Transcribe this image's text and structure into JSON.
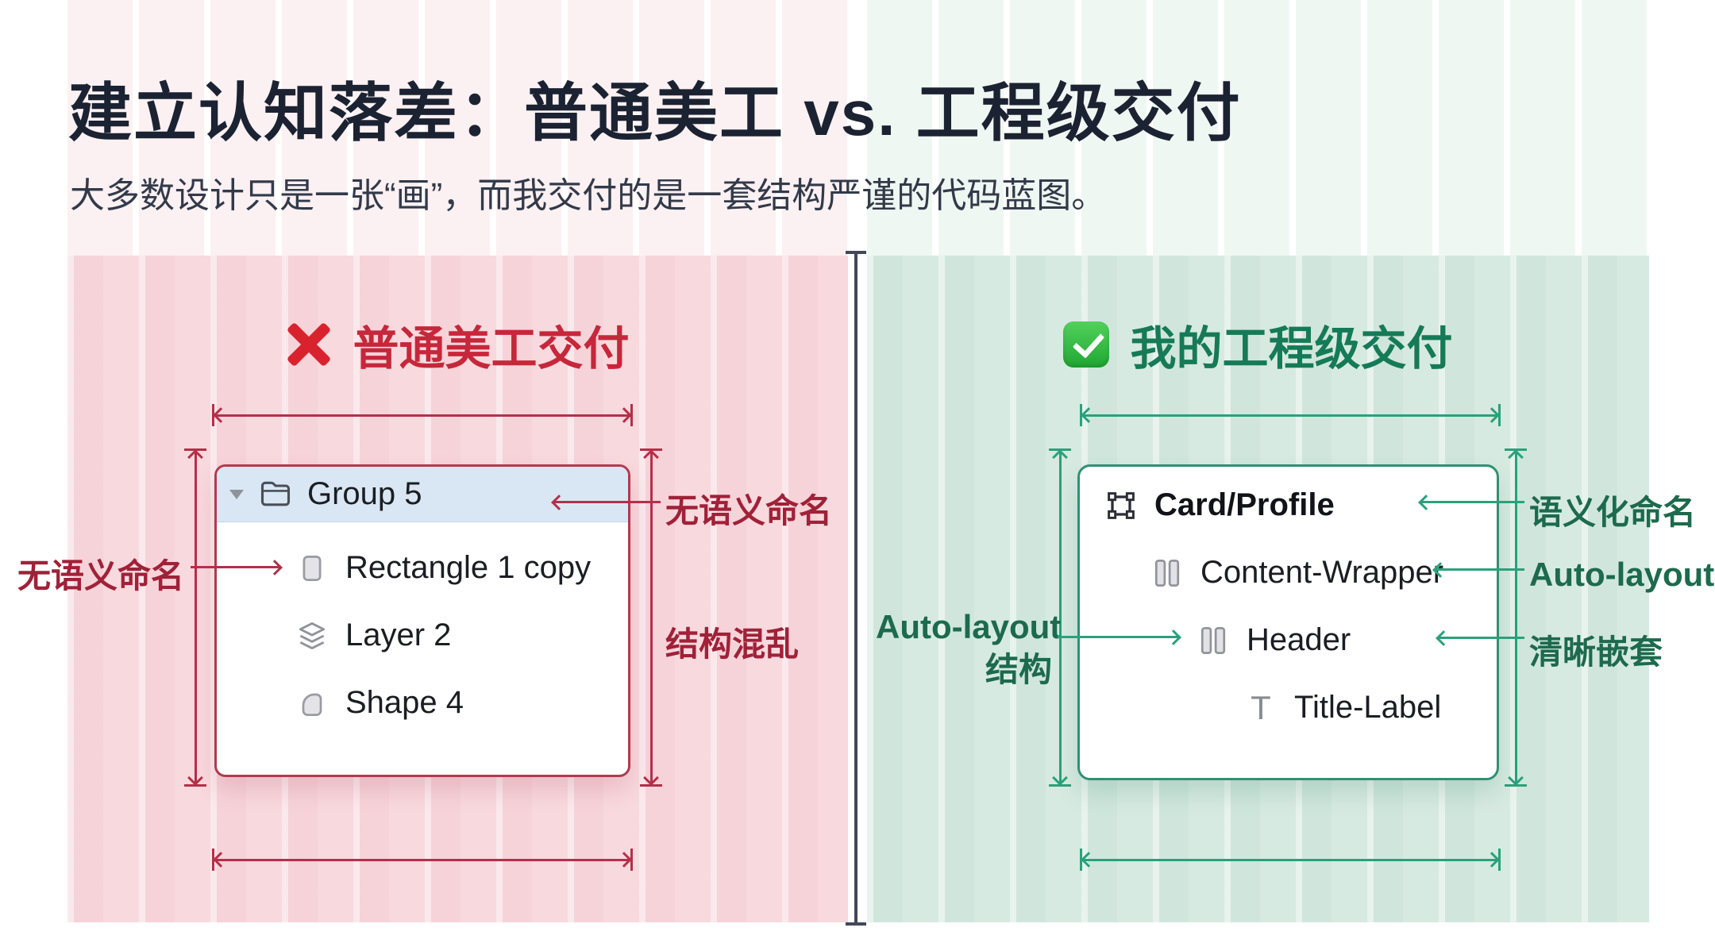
{
  "page": {
    "title": "建立认知落差：普通美工 vs. 工程级交付",
    "subtitle": "大多数设计只是一张“画”，而我交付的是一套结构严谨的代码蓝图。"
  },
  "left_panel": {
    "badge_icon": "x-icon",
    "heading": "普通美工交付",
    "card": {
      "rows": [
        {
          "icon": "folder-icon",
          "name": "Group 5"
        },
        {
          "icon": "rectangle-icon",
          "name": "Rectangle 1 copy"
        },
        {
          "icon": "layers-icon",
          "name": "Layer 2"
        },
        {
          "icon": "shape-icon",
          "name": "Shape 4"
        }
      ]
    },
    "annotations": {
      "left": "无语义命名",
      "top_right": "无语义命名",
      "bottom_right": "结构混乱"
    },
    "colors": {
      "accent": "#c6273a",
      "line": "#b43049",
      "panel": "#f8d9de",
      "selected_row": "#d9e7f4"
    }
  },
  "right_panel": {
    "badge_icon": "check-icon",
    "heading": "我的工程级交付",
    "card": {
      "rows": [
        {
          "icon": "component-icon",
          "name": "Card/Profile"
        },
        {
          "icon": "autolayout-icon",
          "name": "Content-Wrapper"
        },
        {
          "icon": "autolayout-icon",
          "name": "Header"
        },
        {
          "icon": "text-icon",
          "name": "Title-Label"
        }
      ]
    },
    "annotations": {
      "left_line1": "Auto-layout",
      "left_line2": "结构",
      "right_top": "语义化命名",
      "right_middle": "Auto-layout",
      "right_bottom": "清晰嵌套"
    },
    "colors": {
      "accent": "#157a58",
      "line": "#2aa17b",
      "panel": "#d7eae1"
    }
  }
}
